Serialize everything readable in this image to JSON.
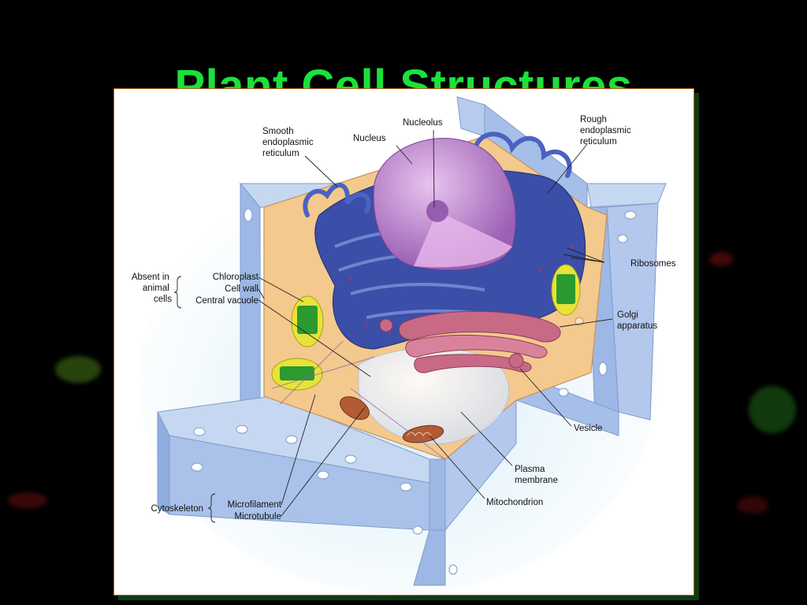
{
  "slide": {
    "title": "Plant Cell Structures",
    "title_color": "#19e23a",
    "background_color": "#000000"
  },
  "diagram": {
    "labels": {
      "smooth_er": [
        "Smooth",
        "endoplasmic",
        "reticulum"
      ],
      "nucleus": "Nucleus",
      "nucleolus": "Nucleolus",
      "rough_er": [
        "Rough",
        "endoplasmic",
        "reticulum"
      ],
      "ribosomes": "Ribosomes",
      "absent_in_animal_cells": [
        "Absent in",
        "animal",
        "cells"
      ],
      "chloroplast": "Chloroplast",
      "cell_wall": "Cell wall",
      "central_vacuole": "Central vacuole",
      "golgi_apparatus": [
        "Golgi",
        "apparatus"
      ],
      "vesicle": "Vesicle",
      "plasma_membrane": [
        "Plasma",
        "membrane"
      ],
      "mitochondrion": "Mitochondrion",
      "cytoskeleton": "Cytoskeleton",
      "microfilament": "Microfilament",
      "microtubule": "Microtubule"
    },
    "colors": {
      "cell_wall": "#a9c3ea",
      "cytoplasm": "#f3c98d",
      "nucleus": "#b77fc4",
      "rough_er": "#3b4ea8",
      "golgi": "#c86a86",
      "chloroplast": "#e8e23a",
      "vacuole": "#e7ecf3",
      "mitochondrion": "#b25b35"
    }
  }
}
